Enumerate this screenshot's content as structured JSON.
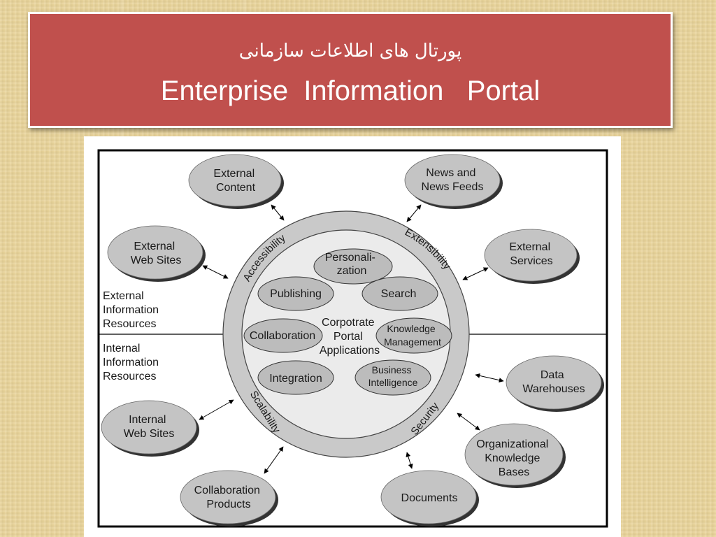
{
  "title": {
    "persian": "پورتال های اطلاعات سازمانی",
    "english": "Enterprise  Information   Portal"
  },
  "diagram": {
    "center_label": [
      "Corpotrate",
      "Portal",
      "Applications"
    ],
    "inner_apps": [
      [
        "Personali-",
        "zation"
      ],
      [
        "Publishing"
      ],
      [
        "Search"
      ],
      [
        "Collaboration"
      ],
      [
        "Knowledge",
        "Management"
      ],
      [
        "Integration"
      ],
      [
        "Business",
        "Intelligence"
      ]
    ],
    "ring_labels": [
      "Accessibility",
      "Extensibility",
      "Scalability",
      "Security"
    ],
    "sections": {
      "external": [
        "External",
        "Information",
        "Resources"
      ],
      "internal": [
        "Internal",
        "Information",
        "Resources"
      ]
    },
    "resources": [
      [
        "External",
        "Content"
      ],
      [
        "News and",
        "News Feeds"
      ],
      [
        "External",
        "Web Sites"
      ],
      [
        "External",
        "Services"
      ],
      [
        "Data",
        "Warehouses"
      ],
      [
        "Internal",
        "Web Sites"
      ],
      [
        "Organizational",
        "Knowledge",
        "Bases"
      ],
      [
        "Collaboration",
        "Products"
      ],
      [
        "Documents"
      ]
    ]
  }
}
